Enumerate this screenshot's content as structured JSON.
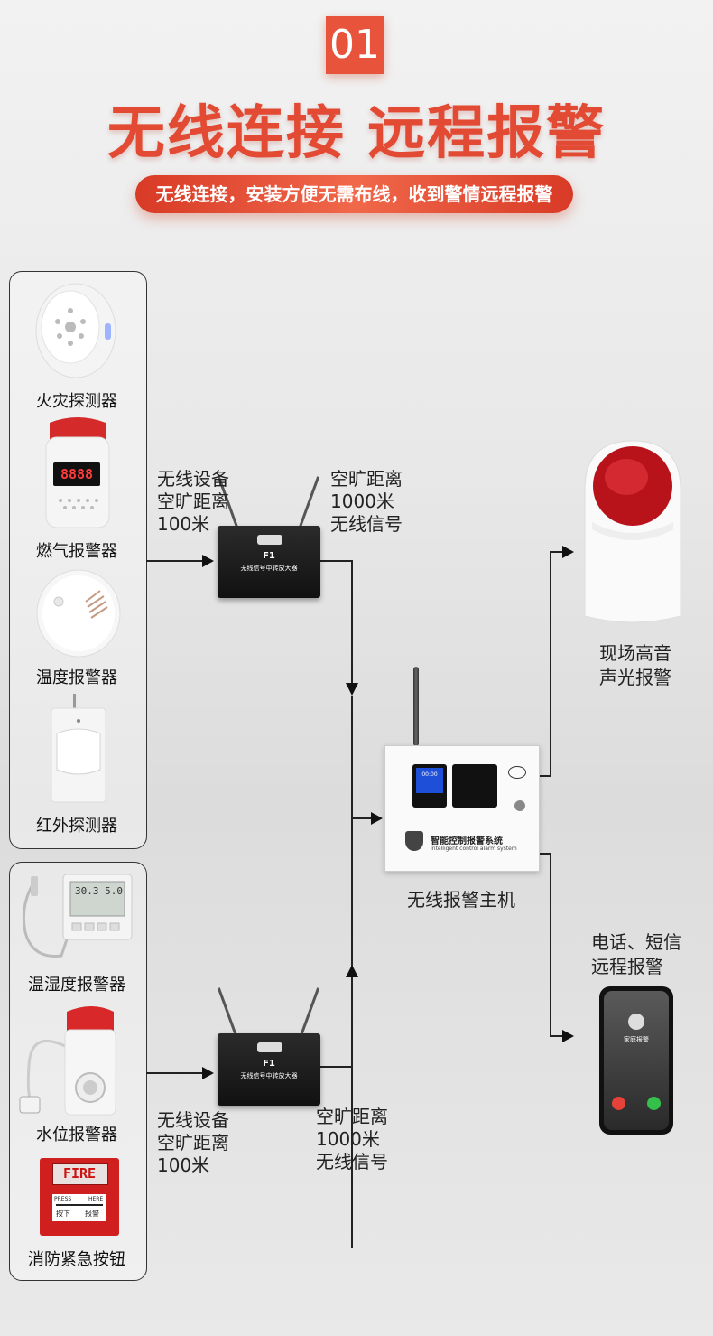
{
  "header": {
    "badge": "01",
    "title": "无线连接 远程报警",
    "subtitle": "无线连接，安装方便无需布线，收到警情远程报警"
  },
  "devices_group1": [
    {
      "label": "火灾探测器"
    },
    {
      "label": "燃气报警器",
      "display": "8888"
    },
    {
      "label": "温度报警器"
    },
    {
      "label": "红外探测器"
    }
  ],
  "devices_group2": [
    {
      "label": "温湿度报警器",
      "display": "30.3 5.0"
    },
    {
      "label": "水位报警器"
    },
    {
      "label": "消防紧急按钮",
      "fire": "FIRE",
      "press": "PRESS",
      "here": "HERE",
      "press_cn": "按下",
      "alarm_cn": "报警"
    }
  ],
  "repeater": {
    "model": "F1",
    "name": "无线信号中转放大器"
  },
  "texts": {
    "range_device": "无线设备\n空旷距离\n100米",
    "range_signal": "空旷距离\n1000米\n无线信号"
  },
  "host": {
    "label": "无线报警主机",
    "brand_cn": "智能控制报警系统",
    "brand_en": "Intelligent control alarm system",
    "screen_time": "00:00"
  },
  "outputs": {
    "siren_label": "现场高音\n声光报警",
    "phone_label": "电话、短信\n远程报警",
    "phone_caller": "家庭报警"
  },
  "colors": {
    "accent": "#e24a34",
    "siren_red": "#c8151d",
    "decline": "#e5423a",
    "accept": "#34c04a"
  }
}
